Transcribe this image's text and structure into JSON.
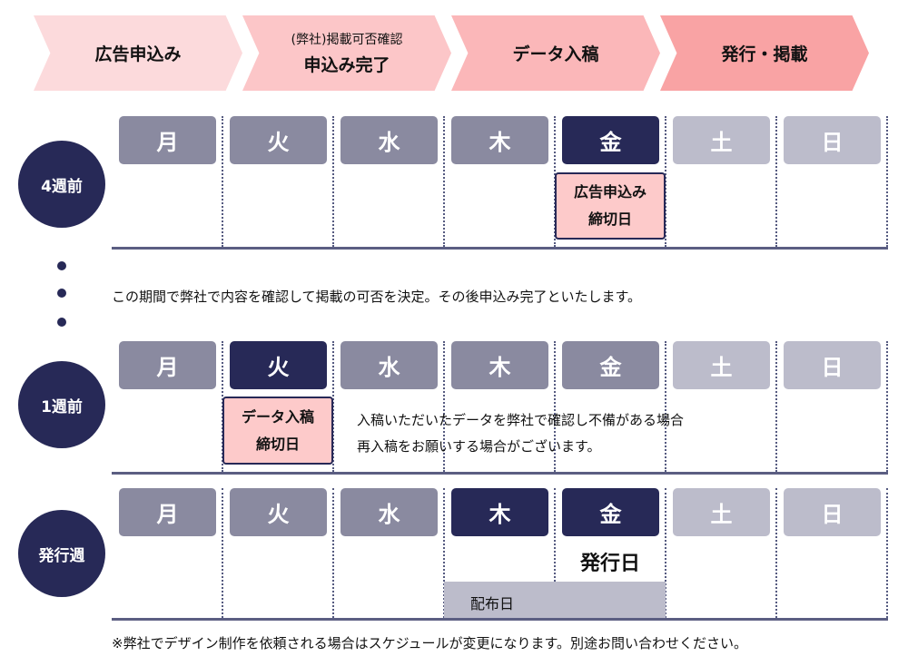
{
  "steps": [
    {
      "label": "広告申込み",
      "color": "#fcdadc"
    },
    {
      "sub": "(弊社)掲載可否確認",
      "label": "申込み完了",
      "color": "#fcc6c8"
    },
    {
      "label": "データ入稿",
      "color": "#fbb7b9"
    },
    {
      "label": "発行・掲載",
      "color": "#f9a3a4"
    }
  ],
  "days": [
    "月",
    "火",
    "水",
    "木",
    "金",
    "土",
    "日"
  ],
  "weeks": [
    {
      "label": "4週前",
      "note": [
        "広告申込み",
        "締切日"
      ]
    },
    {
      "label": "1週前",
      "note": [
        "データ入稿",
        "締切日"
      ],
      "comment": [
        "入稿いただいたデータを弊社で確認し不備がある場合",
        "再入稿をお願いする場合がございます。"
      ]
    },
    {
      "label": "発行週",
      "issue": "発行日",
      "distribution": "配布日"
    }
  ],
  "middle_text": "この期間で弊社で内容を確認して掲載の可否を決定。その後申込み完了といたします。",
  "footer": "※弊社でデザイン制作を依頼される場合はスケジュールが変更になります。別途お問い合わせください。"
}
